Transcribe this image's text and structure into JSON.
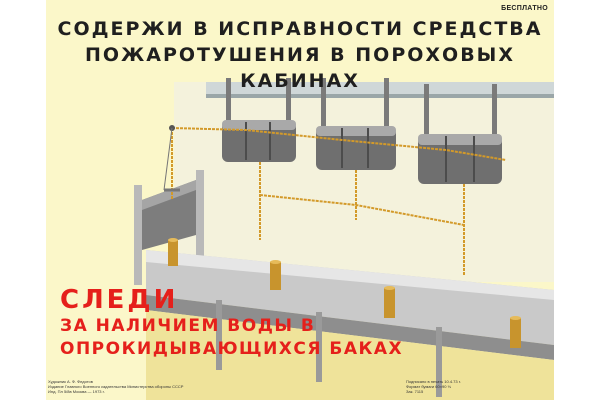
{
  "poster": {
    "badge": "БЕСПЛАТНО",
    "title_lines": [
      "СОДЕРЖИ В ИСПРАВНОСТИ СРЕДСТВА",
      "ПОЖАРОТУШЕНИЯ В ПОРОХОВЫХ КАБИНАХ"
    ],
    "slogan_lines": [
      "СЛЕДИ",
      "ЗА НАЛИЧИЕМ ВОДЫ В",
      "ОПРОКИДЫВАЮЩИХСЯ БАКАХ"
    ],
    "credits_left": [
      "Художник А. Ф. Федотов",
      "Издание Главного Военного издательства Министерства обороны СССР",
      "Инд. Пл 5/8в Москва — 1973 г."
    ],
    "credits_right": [
      "Подписано в печать 10.4.73 г.",
      "Формат бумаги 60×90 ⅛",
      "Зак. 7115"
    ]
  },
  "colors": {
    "background": "#fbf7c9",
    "slogan": "#e5201b",
    "title": "#1f1f1f",
    "rope": "#d39a2a",
    "tank": "#6f6f6f",
    "cylinder": "#c8942d"
  }
}
